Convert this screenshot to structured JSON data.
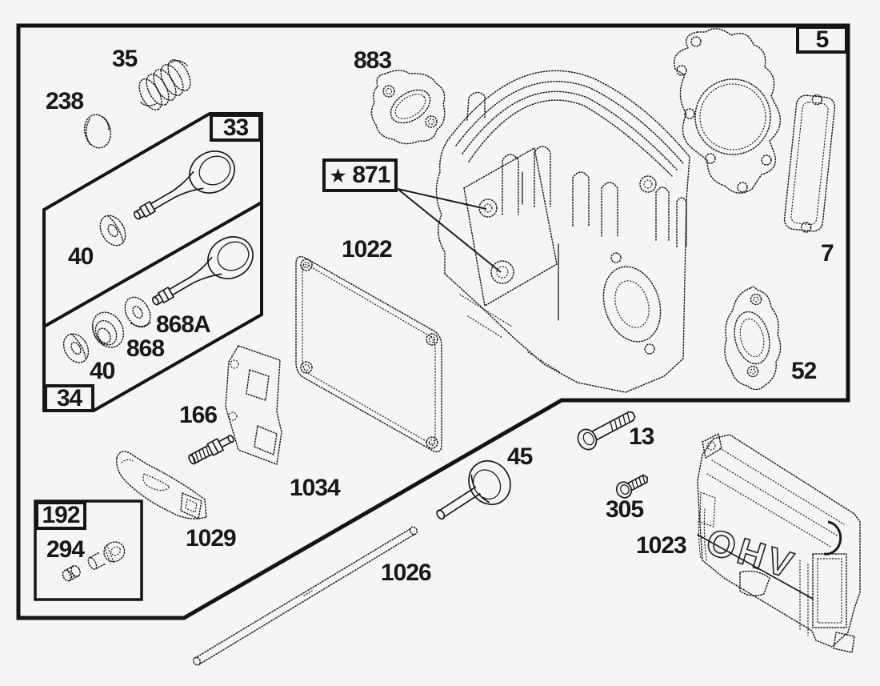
{
  "colors": {
    "background": "#f5f5f5",
    "line": "#1b1b1b"
  },
  "callouts": {
    "c5": "5",
    "c33": "33",
    "c34": "34",
    "c35": "35",
    "c238": "238",
    "c40_top": "40",
    "c40_bottom": "40",
    "c868": "868",
    "c868a": "868A",
    "c883": "883",
    "c871_star": "★",
    "c871": "871",
    "c1022": "1022",
    "c7": "7",
    "c52": "52",
    "c166": "166",
    "c1034": "1034",
    "c192": "192",
    "c294": "294",
    "c1029": "1029",
    "c1026": "1026",
    "c45": "45",
    "c13": "13",
    "c305": "305",
    "c1023": "1023"
  },
  "cover": {
    "embossed_text": "OHV"
  }
}
